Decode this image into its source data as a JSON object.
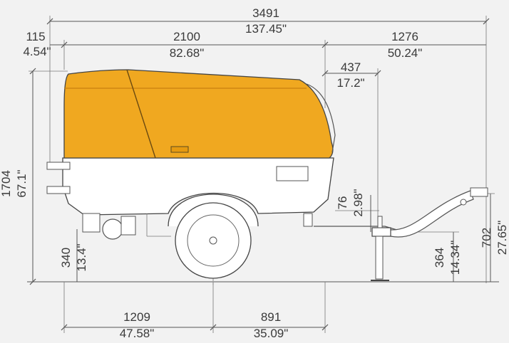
{
  "figure": {
    "subject": "mobile compressor on single-axle trailer, side elevation with dimensions",
    "colors": {
      "canopy": "#f0a820",
      "canopy_shade": "#e69a10",
      "frame": "#ffffff",
      "ink": "#444444",
      "background": "#f2f2f2"
    }
  },
  "dimensions": {
    "overall_length": {
      "mm": "3491",
      "inch": "137.45\""
    },
    "rear_overhang": {
      "mm": "115",
      "inch": "4.54\""
    },
    "body_length": {
      "mm": "2100",
      "inch": "82.68\""
    },
    "drawbar_length": {
      "mm": "1276",
      "inch": "50.24\""
    },
    "jockey_offset": {
      "mm": "437",
      "inch": "17.2\""
    },
    "overall_height": {
      "mm": "1704",
      "inch": "67.1\""
    },
    "drawbar_drop": {
      "mm": "76",
      "inch": "2.98\""
    },
    "coupling_height": {
      "mm": "702",
      "inch": "27.65\""
    },
    "ground_clearance": {
      "mm": "340",
      "inch": "13.4\""
    },
    "drawbar_height": {
      "mm": "364",
      "inch": "14.34\""
    },
    "rear_to_axle": {
      "mm": "1209",
      "inch": "47.58\""
    },
    "axle_to_front": {
      "mm": "891",
      "inch": "35.09\""
    }
  }
}
